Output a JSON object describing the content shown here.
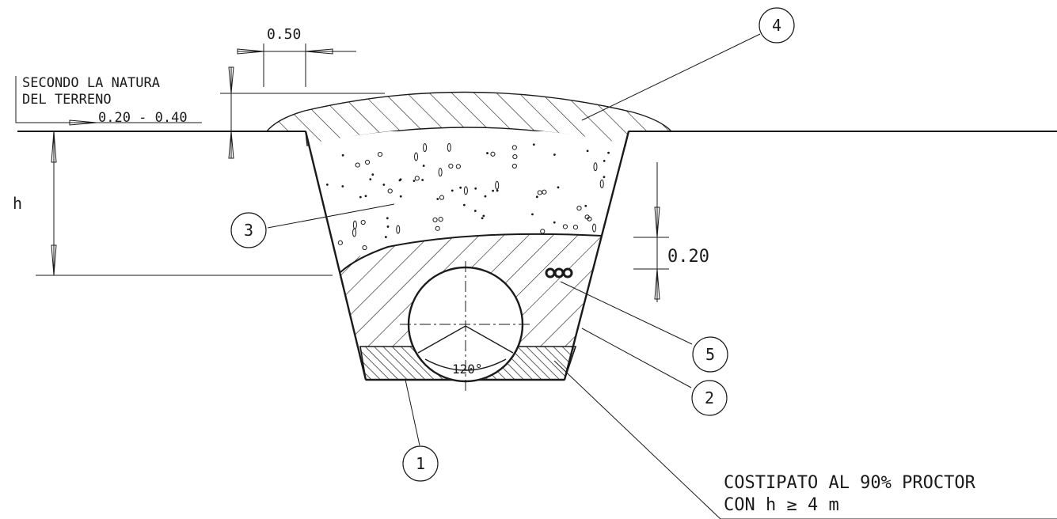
{
  "labels": {
    "dim_top": "0.50",
    "natura_line1": "SECONDO LA NATURA",
    "natura_line2": "DEL TERRENO",
    "natura_range": "0.20 - 0.40",
    "h": "h",
    "dim_right": "0.20",
    "angle": "120°",
    "note_line1": "COSTIPATO AL 90% PROCTOR",
    "note_line2": "CON   h ≥ 4  m"
  },
  "callouts": [
    "1",
    "2",
    "3",
    "4",
    "5"
  ]
}
